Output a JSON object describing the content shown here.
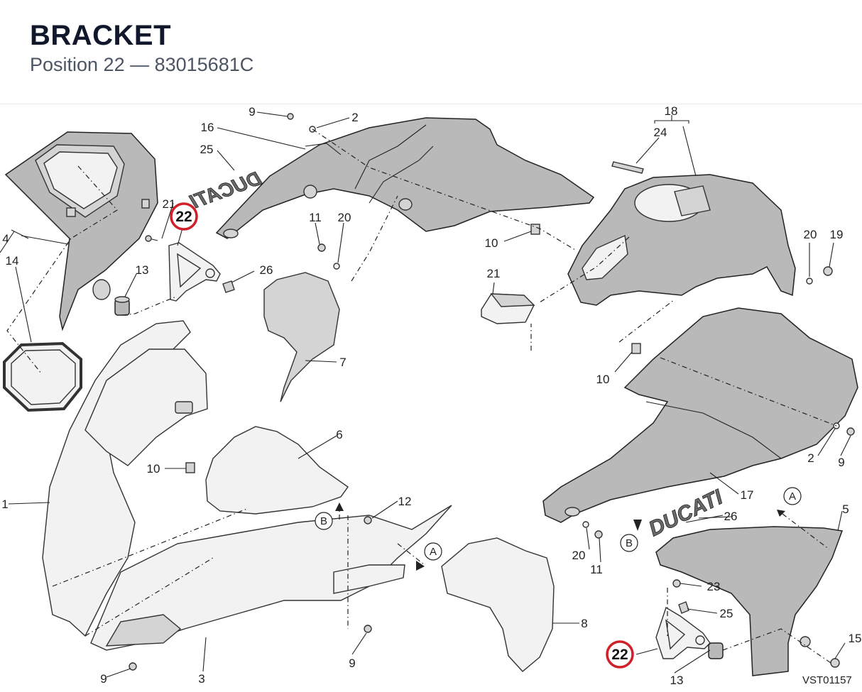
{
  "header": {
    "title": "BRACKET",
    "subtitle": "Position 22 — 83015681C"
  },
  "diagram": {
    "highlight_position": "22",
    "highlight_color": "#d0202a",
    "callouts": [
      "1",
      "2",
      "3",
      "4",
      "5",
      "6",
      "7",
      "8",
      "9",
      "10",
      "11",
      "12",
      "13",
      "14",
      "15",
      "16",
      "17",
      "18",
      "19",
      "20",
      "21",
      "23",
      "24",
      "25",
      "26"
    ],
    "reference_marks": [
      "A",
      "B"
    ],
    "decal_text": "DUCATI",
    "drawing_code": "VST01157"
  }
}
